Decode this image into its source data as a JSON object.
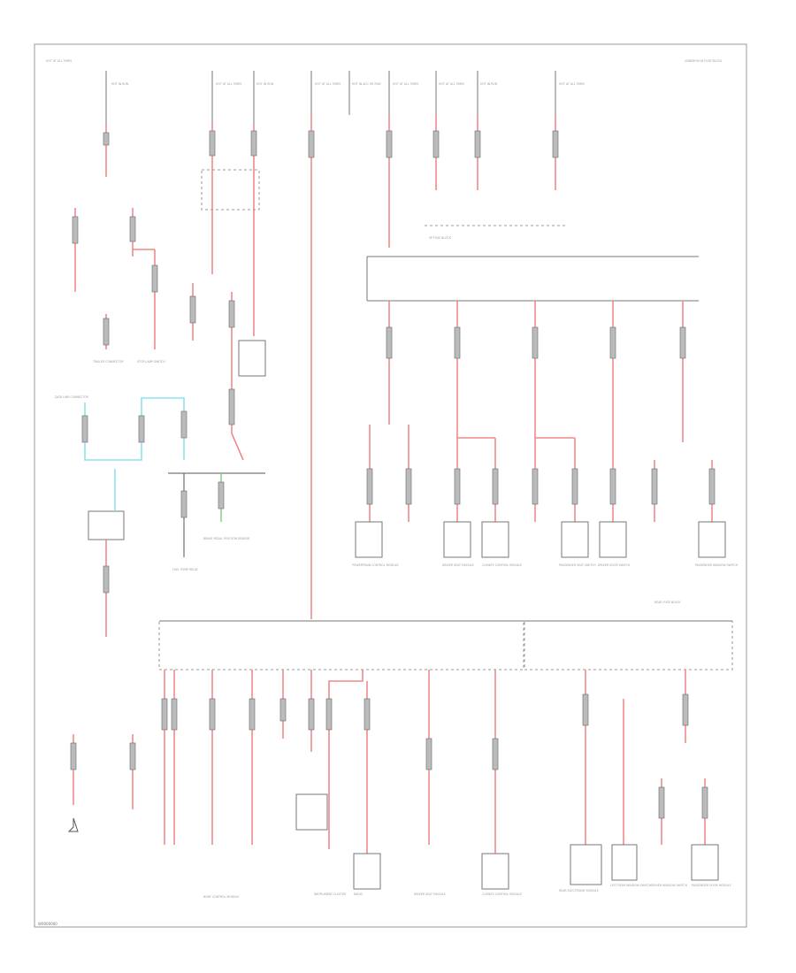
{
  "diagram": {
    "corner_label": "W0000000",
    "footer_label": "BODY CONTROL MODULE",
    "colors": {
      "power_wire": "#ef8a8a",
      "ground_wire": "#8fd18f",
      "signal_wire": "#8fe3ef",
      "frame": "#9a9a9a",
      "text": "#9b9b9b"
    },
    "top_labels": [
      "HOT AT ALL TIMES",
      "HOT IN RUN",
      "HOT AT ALL TIMES",
      "HOT IN RUN",
      "HOT AT ALL TIMES",
      "HOT IN ACC OR RUN",
      "HOT AT ALL TIMES",
      "HOT AT ALL TIMES",
      "HOT IN RUN",
      "HOT AT ALL TIMES",
      "UNDERHOOD FUSE BLOCK"
    ],
    "upper_components": [
      "TRAILER CONNECTOR",
      "DATA LINK CONNECTOR",
      "STOP LAMP SWITCH",
      "BRAKE PEDAL POSITION SENSOR",
      "FUEL PUMP RELAY",
      "POWERTRAIN CONTROL MODULE",
      "DRIVER SEAT MODULE",
      "CLIMATE CONTROL MODULE",
      "PASSENGER SEAT SWITCH",
      "DRIVER DOOR SWITCH",
      "PASSENGER WINDOW SWITCH"
    ],
    "lower_components": [
      "INSTRUMENT CLUSTER",
      "RADIO",
      "DRIVER SEAT MODULE",
      "CLIMATE CONTROL MODULE",
      "REAR ELECTRONIC MODULE",
      "LEFT REAR WINDOW SWITCH",
      "DRIVER WINDOW SWITCH",
      "PASSENGER DOOR MODULE"
    ],
    "module_labels": [
      "I/P FUSE BLOCK",
      "REAR FUSE BLOCK"
    ]
  }
}
